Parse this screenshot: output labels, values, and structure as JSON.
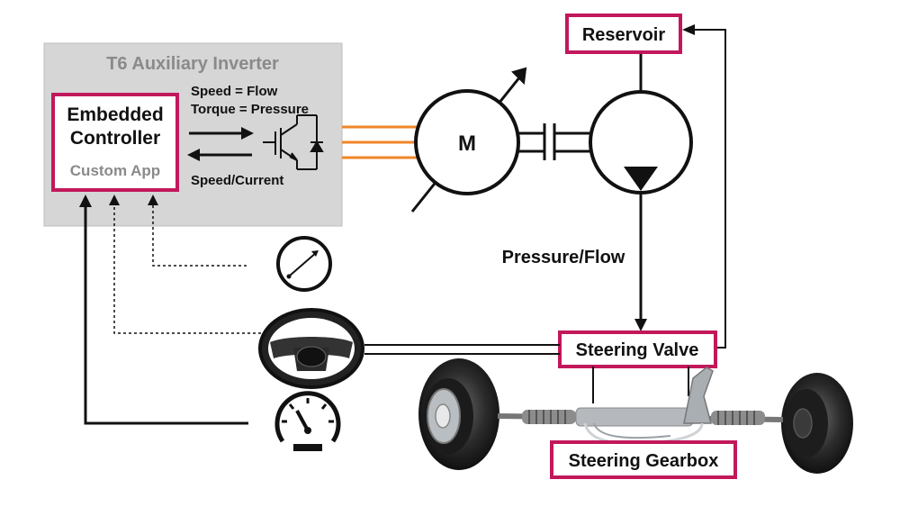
{
  "inverter": {
    "title": "T6 Auxiliary Inverter",
    "controller_title_line1": "Embedded",
    "controller_title_line2": "Controller",
    "controller_subtitle": "Custom App",
    "command_line1": "Speed = Flow",
    "command_line2": "Torque = Pressure",
    "feedback_label": "Speed/Current"
  },
  "motor": {
    "label": "M"
  },
  "hydraulics": {
    "reservoir": "Reservoir",
    "pressure_flow": "Pressure/Flow",
    "steering_valve": "Steering Valve",
    "steering_gearbox": "Steering Gearbox"
  },
  "colors": {
    "accent": "#c2185b",
    "inverter_box": "#d6d6d6",
    "power_lines": "#f0862a",
    "text": "#111111",
    "muted_text": "#8a8a8a"
  },
  "icons": [
    "igbt-switch-icon",
    "pressure-gauge-icon",
    "steering-wheel-icon",
    "speedometer-icon",
    "steering-axle-image"
  ]
}
